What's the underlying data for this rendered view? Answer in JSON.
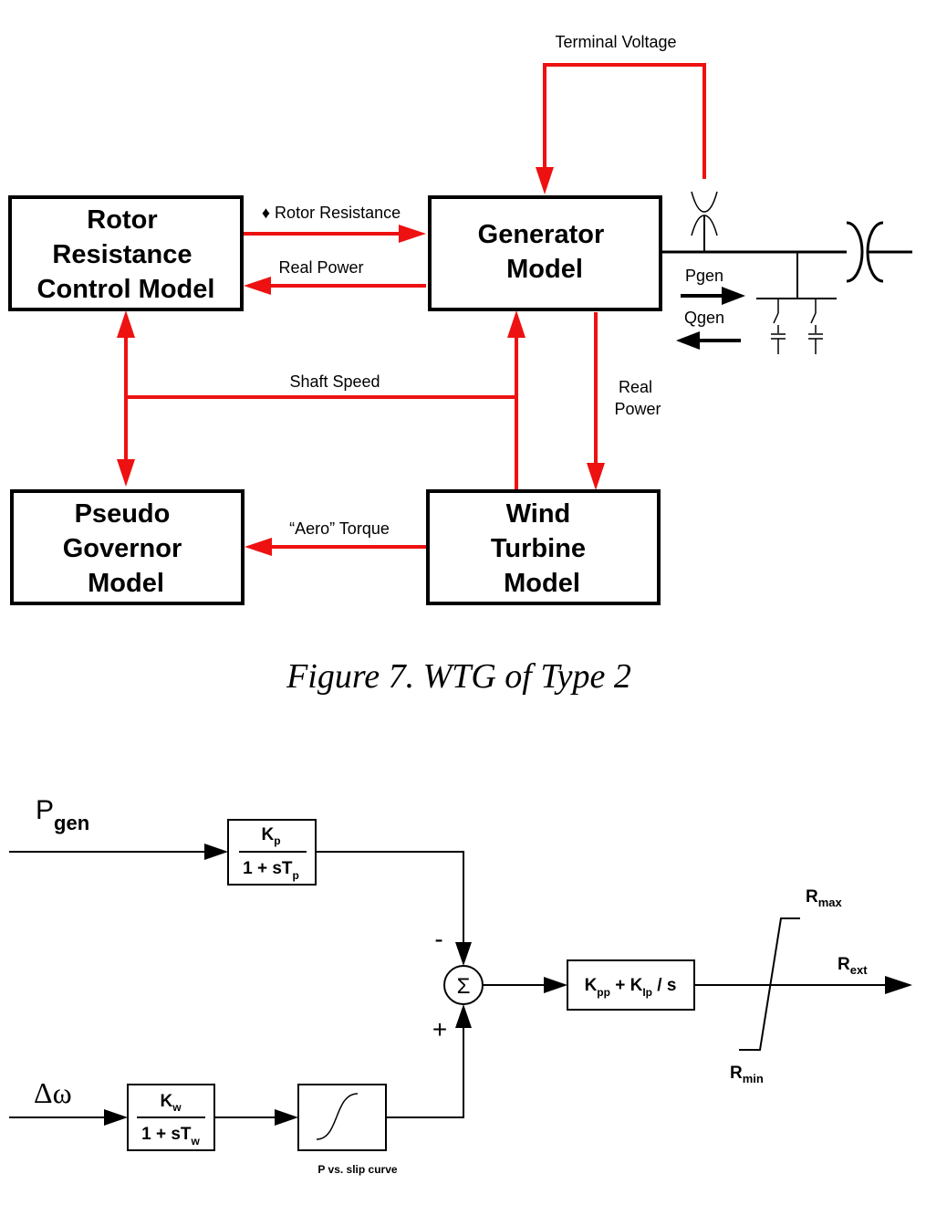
{
  "colors": {
    "signal": "#ee1111",
    "ink": "#000000"
  },
  "figure7": {
    "blocks": {
      "rotor_resistance": [
        "Rotor",
        "Resistance",
        "Control Model"
      ],
      "generator": [
        "Generator",
        "Model"
      ],
      "pseudo_governor": [
        "Pseudo",
        "Governor",
        "Model"
      ],
      "wind_turbine": [
        "Wind",
        "Turbine",
        "Model"
      ]
    },
    "signals": {
      "terminal_voltage": "Terminal Voltage",
      "rotor_resistance": "♦ Rotor Resistance",
      "real_power_left": "Real Power",
      "shaft_speed": "Shaft Speed",
      "real_power_down": [
        "Real",
        "Power"
      ],
      "aero_torque": "“Aero” Torque",
      "pgen": "Pgen",
      "qgen": "Qgen"
    },
    "caption": "Figure 7. WTG of Type 2"
  },
  "block_diagram": {
    "inputs": {
      "pgen": {
        "main": "P",
        "sub": "gen"
      },
      "domega": "Δω"
    },
    "blocks": {
      "kp_filter": {
        "num": "K",
        "num_sub": "p",
        "den": "1 + sT",
        "den_sub": "p"
      },
      "kw_filter": {
        "num": "K",
        "num_sub": "w",
        "den": "1 + sT",
        "den_sub": "w"
      },
      "pi": {
        "a": "K",
        "a_sub": "pp",
        "plus": " + K",
        "b_sub": "Ip",
        "tail": " / s"
      },
      "slip_curve_label": "P vs. slip curve"
    },
    "summer": {
      "symbol": "Σ",
      "minus": "-",
      "plus": "+"
    },
    "limits": {
      "max": {
        "main": "R",
        "sub": "max"
      },
      "min": {
        "main": "R",
        "sub": "min"
      },
      "out": {
        "main": "R",
        "sub": "ext"
      }
    }
  }
}
